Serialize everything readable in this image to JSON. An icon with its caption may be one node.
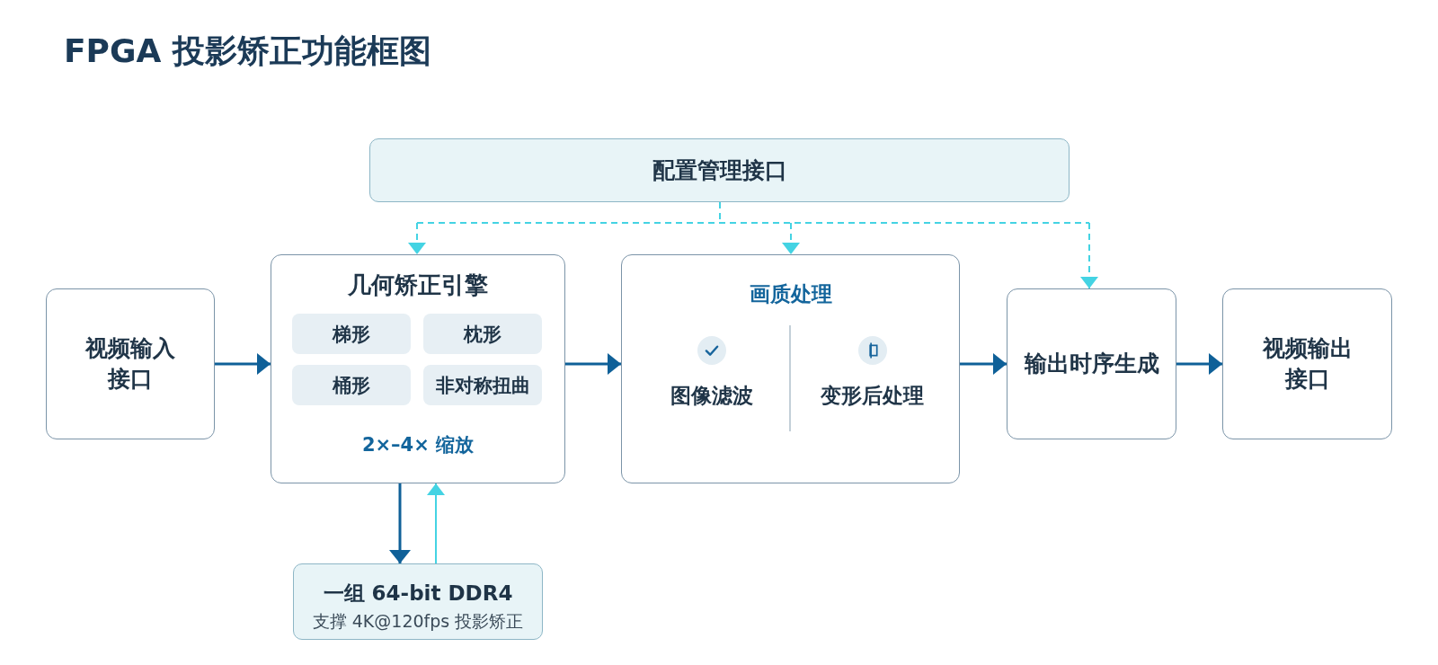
{
  "diagram": {
    "title": "FPGA 投影矫正功能框图",
    "nodes": [
      {
        "text": [
          "配置管理接口"
        ]
      },
      {
        "text": [
          "视频输入接口"
        ]
      },
      {
        "text": [
          "几何矫正引擎",
          "2×–4× 缩放"
        ]
      },
      {
        "text": [
          "梯形"
        ],
        "in": 2
      },
      {
        "text": [
          "枕形"
        ],
        "in": 2
      },
      {
        "text": [
          "桶形"
        ],
        "in": 2
      },
      {
        "text": [
          "非对称扭曲"
        ],
        "in": 2
      },
      {
        "text": [
          "画质处理",
          "图像滤波",
          "变形后处理"
        ]
      },
      {
        "text": [
          "输出时序生成"
        ]
      },
      {
        "text": [
          "视频输出接口"
        ]
      },
      {
        "text": [
          "一组 64-bit DDR4",
          "支撑 4K@120fps 投影矫正"
        ]
      }
    ],
    "edges": [
      {
        "from": 1,
        "to": 2,
        "arrow": "to"
      },
      {
        "from": 2,
        "to": 7,
        "arrow": "to"
      },
      {
        "from": 7,
        "to": 8,
        "arrow": "to"
      },
      {
        "from": 8,
        "to": 9,
        "arrow": "to"
      },
      {
        "from": 0,
        "to": 2,
        "arrow": "to",
        "style": "dashed",
        "color": "#44d3e3"
      },
      {
        "from": 0,
        "to": 7,
        "arrow": "to",
        "style": "dashed",
        "color": "#44d3e3"
      },
      {
        "from": 0,
        "to": 8,
        "arrow": "to",
        "style": "dashed",
        "color": "#44d3e3"
      },
      {
        "from": 2,
        "to": 10,
        "arrow": "to"
      },
      {
        "from": 10,
        "to": 2,
        "arrow": "to",
        "color": "#44d3e3"
      }
    ]
  }
}
